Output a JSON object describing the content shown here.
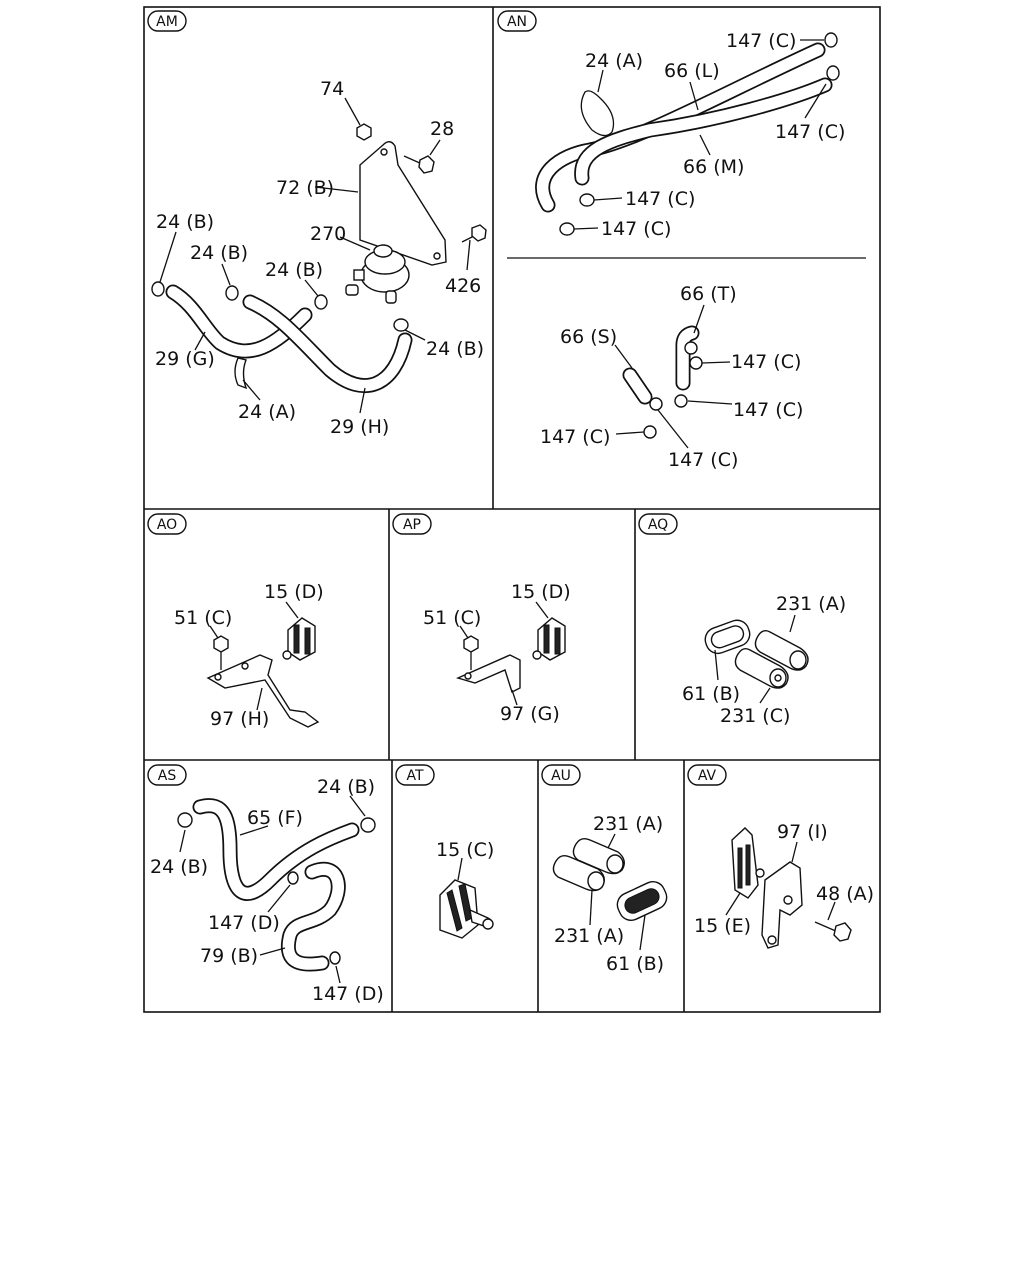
{
  "sections": {
    "AM": {
      "tag": "AM",
      "labels": [
        "74",
        "28",
        "72 (B)",
        "270",
        "24 (B)",
        "24 (B)",
        "24 (B)",
        "426",
        "24 (B)",
        "29 (G)",
        "24 (A)",
        "29 (H)"
      ]
    },
    "AN": {
      "tag": "AN",
      "labels": [
        "147 (C)",
        "24 (A)",
        "66 (L)",
        "147 (C)",
        "66 (M)",
        "147 (C)",
        "147 (C)"
      ],
      "lower_labels": [
        "66 (T)",
        "66 (S)",
        "147 (C)",
        "147 (C)",
        "147 (C)",
        "147 (C)"
      ]
    },
    "AO": {
      "tag": "AO",
      "labels": [
        "15 (D)",
        "51 (C)",
        "97 (H)"
      ]
    },
    "AP": {
      "tag": "AP",
      "labels": [
        "15 (D)",
        "51 (C)",
        "97 (G)"
      ]
    },
    "AQ": {
      "tag": "AQ",
      "labels": [
        "231 (A)",
        "61 (B)",
        "231 (C)"
      ]
    },
    "AS": {
      "tag": "AS",
      "labels": [
        "24 (B)",
        "65 (F)",
        "24 (B)",
        "147 (D)",
        "79 (B)",
        "147 (D)"
      ]
    },
    "AT": {
      "tag": "AT",
      "labels": [
        "15 (C)"
      ]
    },
    "AU": {
      "tag": "AU",
      "labels": [
        "231 (A)",
        "231 (A)",
        "61 (B)"
      ]
    },
    "AV": {
      "tag": "AV",
      "labels": [
        "97 (I)",
        "48 (A)",
        "15 (E)"
      ]
    }
  }
}
